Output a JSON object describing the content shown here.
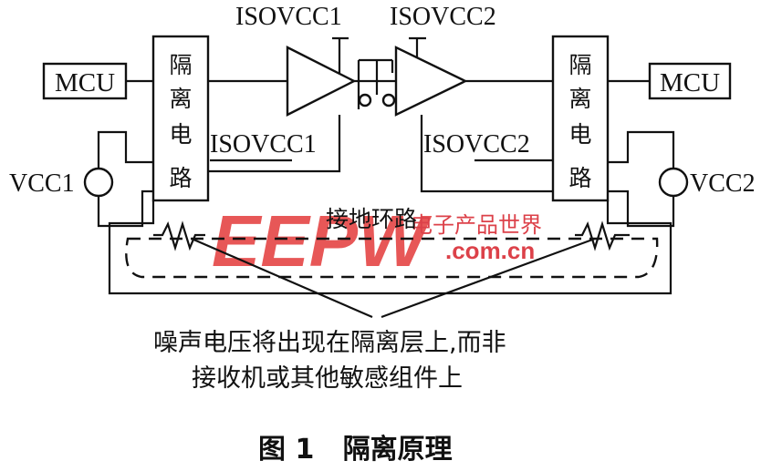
{
  "labels": {
    "isovcc1_top": "ISOVCC1",
    "isovcc2_top": "ISOVCC2",
    "isovcc1_mid": "ISOVCC1",
    "isovcc2_mid": "ISOVCC2",
    "mcu_left": "MCU",
    "mcu_right": "MCU",
    "vcc1": "VCC1",
    "vcc2": "VCC2",
    "ground_loop": "接地环路"
  },
  "isolation_left_chars": [
    "隔",
    "离",
    "电",
    "路"
  ],
  "isolation_right_chars": [
    "隔",
    "离",
    "电",
    "路"
  ],
  "watermark": {
    "logo": "EEPW",
    "chinese": "电子产品世界",
    "url": ".com.cn",
    "color": "#d7202a"
  },
  "caption_lines": [
    "噪声电压将出现在隔离层上,而非",
    "接收机或其他敏感组件上"
  ],
  "figure_title": "图 1   隔离原理"
}
